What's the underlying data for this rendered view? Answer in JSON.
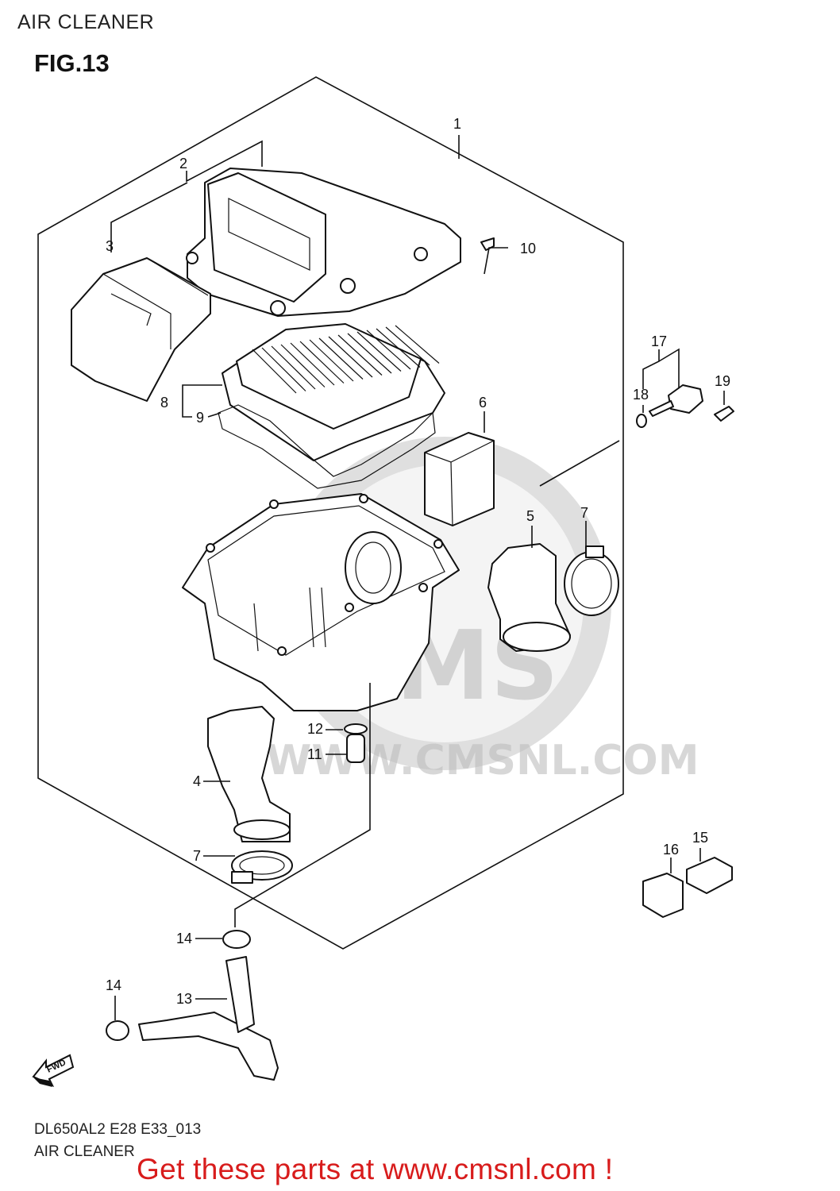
{
  "header": {
    "title": "AIR CLEANER",
    "figure": "FIG.13"
  },
  "watermark": {
    "logo": "CMS",
    "url": "WWW.CMSNL.COM"
  },
  "callouts": [
    {
      "id": "1",
      "label": "1"
    },
    {
      "id": "2",
      "label": "2"
    },
    {
      "id": "3",
      "label": "3"
    },
    {
      "id": "4",
      "label": "4"
    },
    {
      "id": "5",
      "label": "5"
    },
    {
      "id": "6",
      "label": "6"
    },
    {
      "id": "7a",
      "label": "7"
    },
    {
      "id": "7b",
      "label": "7"
    },
    {
      "id": "8",
      "label": "8"
    },
    {
      "id": "9",
      "label": "9"
    },
    {
      "id": "10",
      "label": "10"
    },
    {
      "id": "11",
      "label": "11"
    },
    {
      "id": "12",
      "label": "12"
    },
    {
      "id": "13",
      "label": "13"
    },
    {
      "id": "14a",
      "label": "14"
    },
    {
      "id": "14b",
      "label": "14"
    },
    {
      "id": "15",
      "label": "15"
    },
    {
      "id": "16",
      "label": "16"
    },
    {
      "id": "17",
      "label": "17"
    },
    {
      "id": "18",
      "label": "18"
    },
    {
      "id": "19",
      "label": "19"
    }
  ],
  "fwd_label": "FWD",
  "footer": {
    "model_code": "DL650AL2 E28 E33_013",
    "caption": "AIR CLEANER",
    "promo": "Get these parts at www.cmsnl.com !"
  },
  "colors": {
    "promo": "#d81c1c",
    "line": "#111111",
    "watermark": "#c4c4c4"
  }
}
